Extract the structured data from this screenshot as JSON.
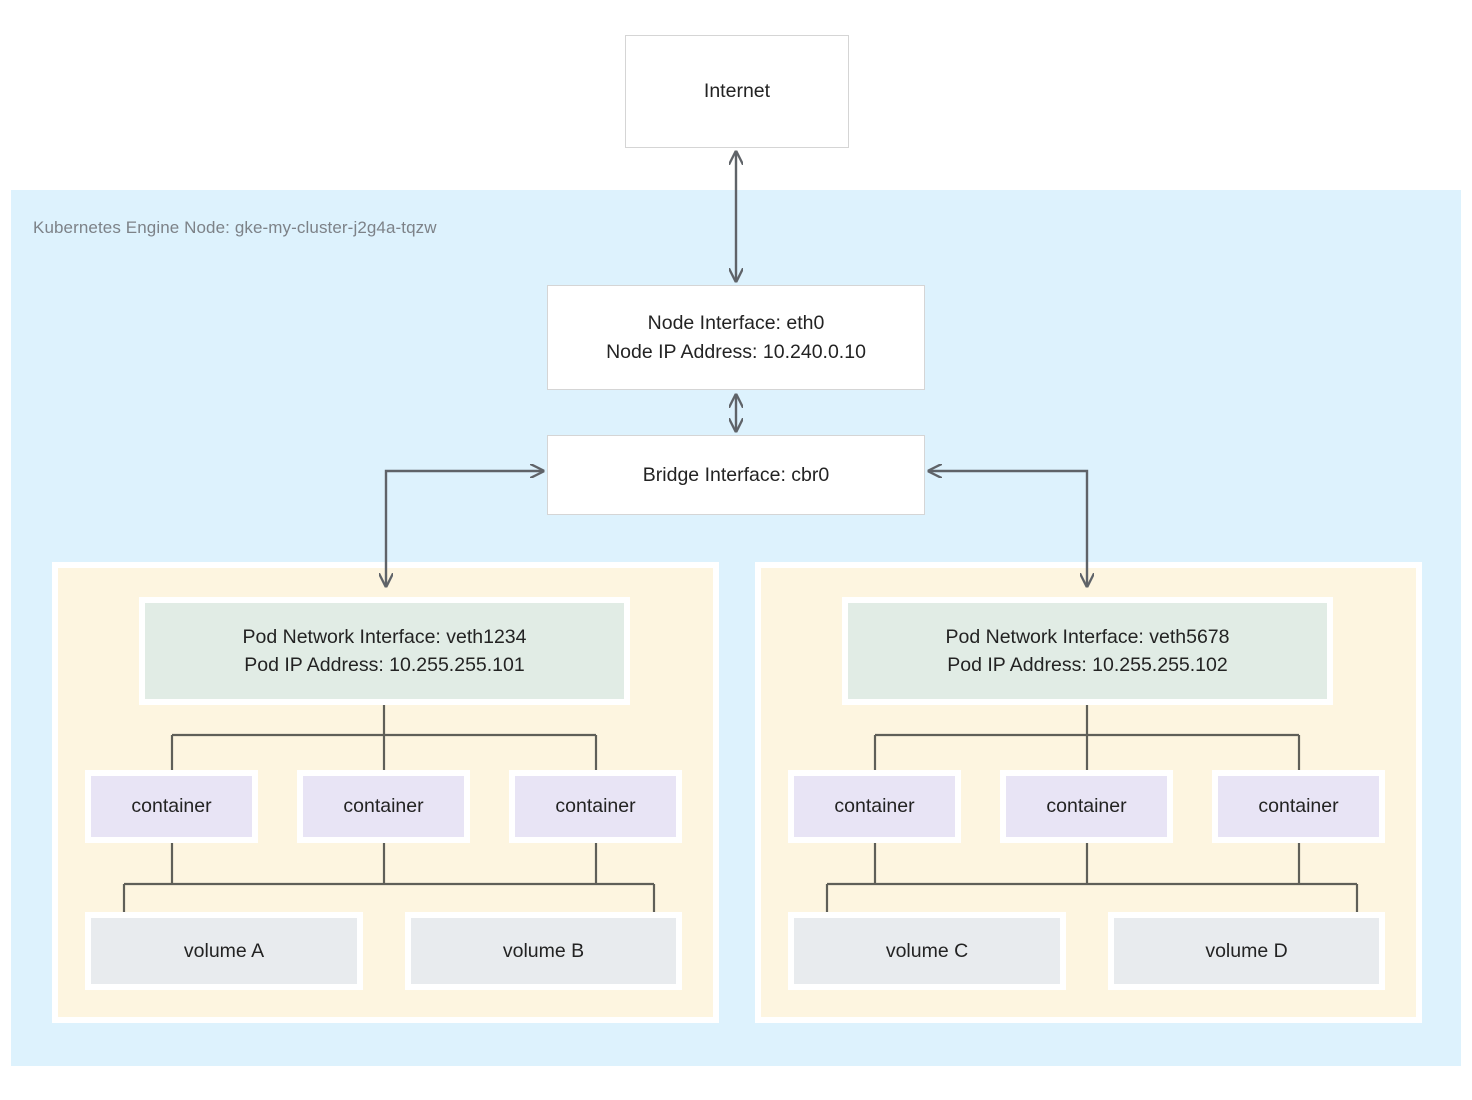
{
  "diagram": {
    "title_label": "Kubernetes Engine Node: gke-my-cluster-j2g4a-tqzw",
    "colors": {
      "node_region": "#ddf2fd",
      "pod_region": "#fdf5e0",
      "pod_netif": "#e1ece5",
      "container": "#e8e4f5",
      "volume": "#e8ebee",
      "connector": "#5f6368",
      "text": "#232323",
      "node_label_text": "#7d8288",
      "box_border": "#d5d5d5",
      "page_background": "#ffffff"
    },
    "internet": {
      "label": "Internet"
    },
    "node_interface": {
      "label": "Node Interface: eth0\nNode IP Address: 10.240.0.10",
      "interface_name": "eth0",
      "ip_address": "10.240.0.10"
    },
    "bridge_interface": {
      "label": "Bridge Interface: cbr0",
      "interface_name": "cbr0"
    },
    "pods": [
      {
        "netif_label": "Pod Network Interface: veth1234\nPod IP Address: 10.255.255.101",
        "interface_name": "veth1234",
        "ip_address": "10.255.255.101",
        "containers": [
          {
            "label": "container"
          },
          {
            "label": "container"
          },
          {
            "label": "container"
          }
        ],
        "volumes": [
          {
            "label": "volume A"
          },
          {
            "label": "volume B"
          }
        ]
      },
      {
        "netif_label": "Pod Network Interface: veth5678\nPod IP Address: 10.255.255.102",
        "interface_name": "veth5678",
        "ip_address": "10.255.255.102",
        "containers": [
          {
            "label": "container"
          },
          {
            "label": "container"
          },
          {
            "label": "container"
          }
        ],
        "volumes": [
          {
            "label": "volume C"
          },
          {
            "label": "volume D"
          }
        ]
      }
    ],
    "connections": [
      {
        "from": "internet",
        "to": "node_interface",
        "style": "bidirectional"
      },
      {
        "from": "node_interface",
        "to": "bridge_interface",
        "style": "bidirectional"
      },
      {
        "from": "bridge_interface",
        "to": "pod_1_netif",
        "style": "bidirectional-elbow"
      },
      {
        "from": "bridge_interface",
        "to": "pod_2_netif",
        "style": "bidirectional-elbow"
      },
      {
        "from": "pod_1_netif",
        "to": "pod_1_containers",
        "style": "tree"
      },
      {
        "from": "pod_1_containers",
        "to": "pod_1_volumes",
        "style": "tree"
      },
      {
        "from": "pod_2_netif",
        "to": "pod_2_containers",
        "style": "tree"
      },
      {
        "from": "pod_2_containers",
        "to": "pod_2_volumes",
        "style": "tree"
      }
    ]
  }
}
